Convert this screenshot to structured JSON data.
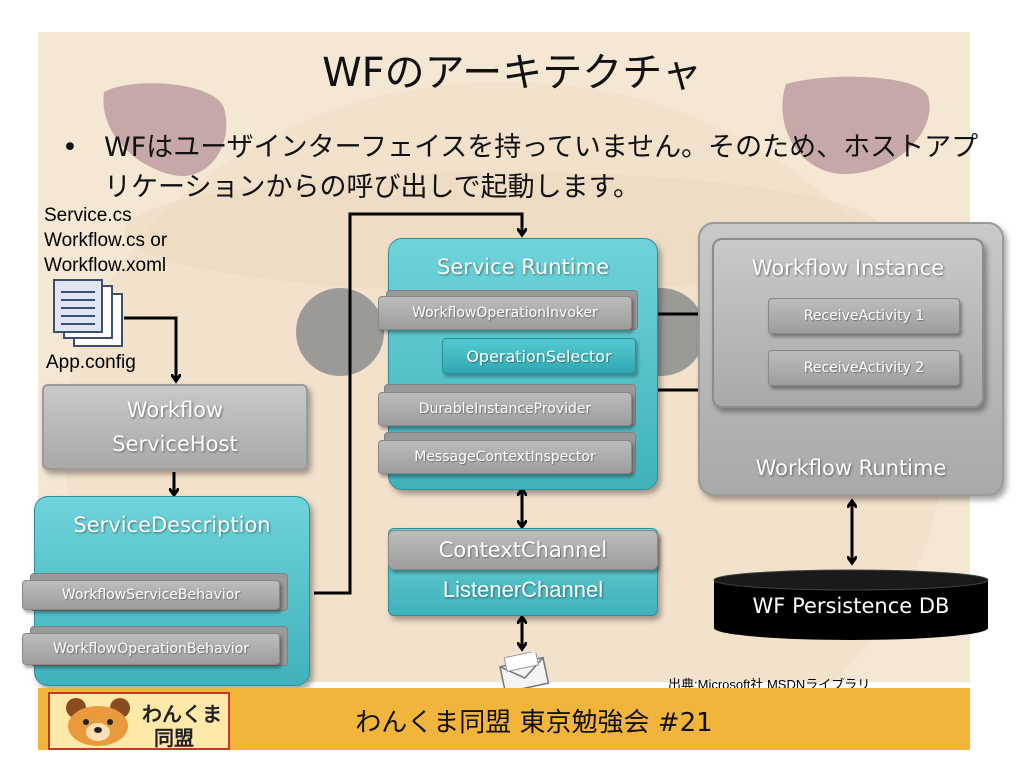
{
  "title": "WFのアーキテクチャ",
  "bullet": {
    "symbol": "•",
    "text": "WFはユーザインターフェイスを持っていません。そのため、ホストアプリケーションからの呼び出しで起動します。"
  },
  "files": {
    "line1": "Service.cs",
    "line2": "Workflow.cs  or",
    "line3": "Workflow.xoml",
    "config": "App.config",
    "icon": "document-stack-icon"
  },
  "service_host": {
    "line1": "Workflow",
    "line2": "ServiceHost"
  },
  "service_description": {
    "title": "ServiceDescription",
    "items": [
      "WorkflowServiceBehavior",
      "WorkflowOperationBehavior"
    ]
  },
  "service_runtime": {
    "title": "Service Runtime",
    "items": [
      "WorkflowOperationInvoker",
      "OperationSelector",
      "DurableInstanceProvider",
      "MessageContextInspector"
    ]
  },
  "channels": {
    "context": "ContextChannel",
    "listener": "ListenerChannel"
  },
  "workflow_runtime": {
    "instance_title": "Workflow Instance",
    "activities": [
      "ReceiveActivity 1",
      "ReceiveActivity 2"
    ],
    "runtime_title": "Workflow Runtime"
  },
  "persistence_db": "WF Persistence DB",
  "source": "出典:Microsoft社 MSDNライブラリ",
  "footer": {
    "text": "わんくま同盟 東京勉強会 #21",
    "logo_line1": "わんくま",
    "logo_line2": "同盟",
    "logo_icon": "bear-mascot-icon",
    "message_icon": "envelope-icon"
  },
  "colors": {
    "teal": "#4cc3cb",
    "gray": "#b5b5b5",
    "footer": "#f2b53c",
    "db": "#000000"
  }
}
